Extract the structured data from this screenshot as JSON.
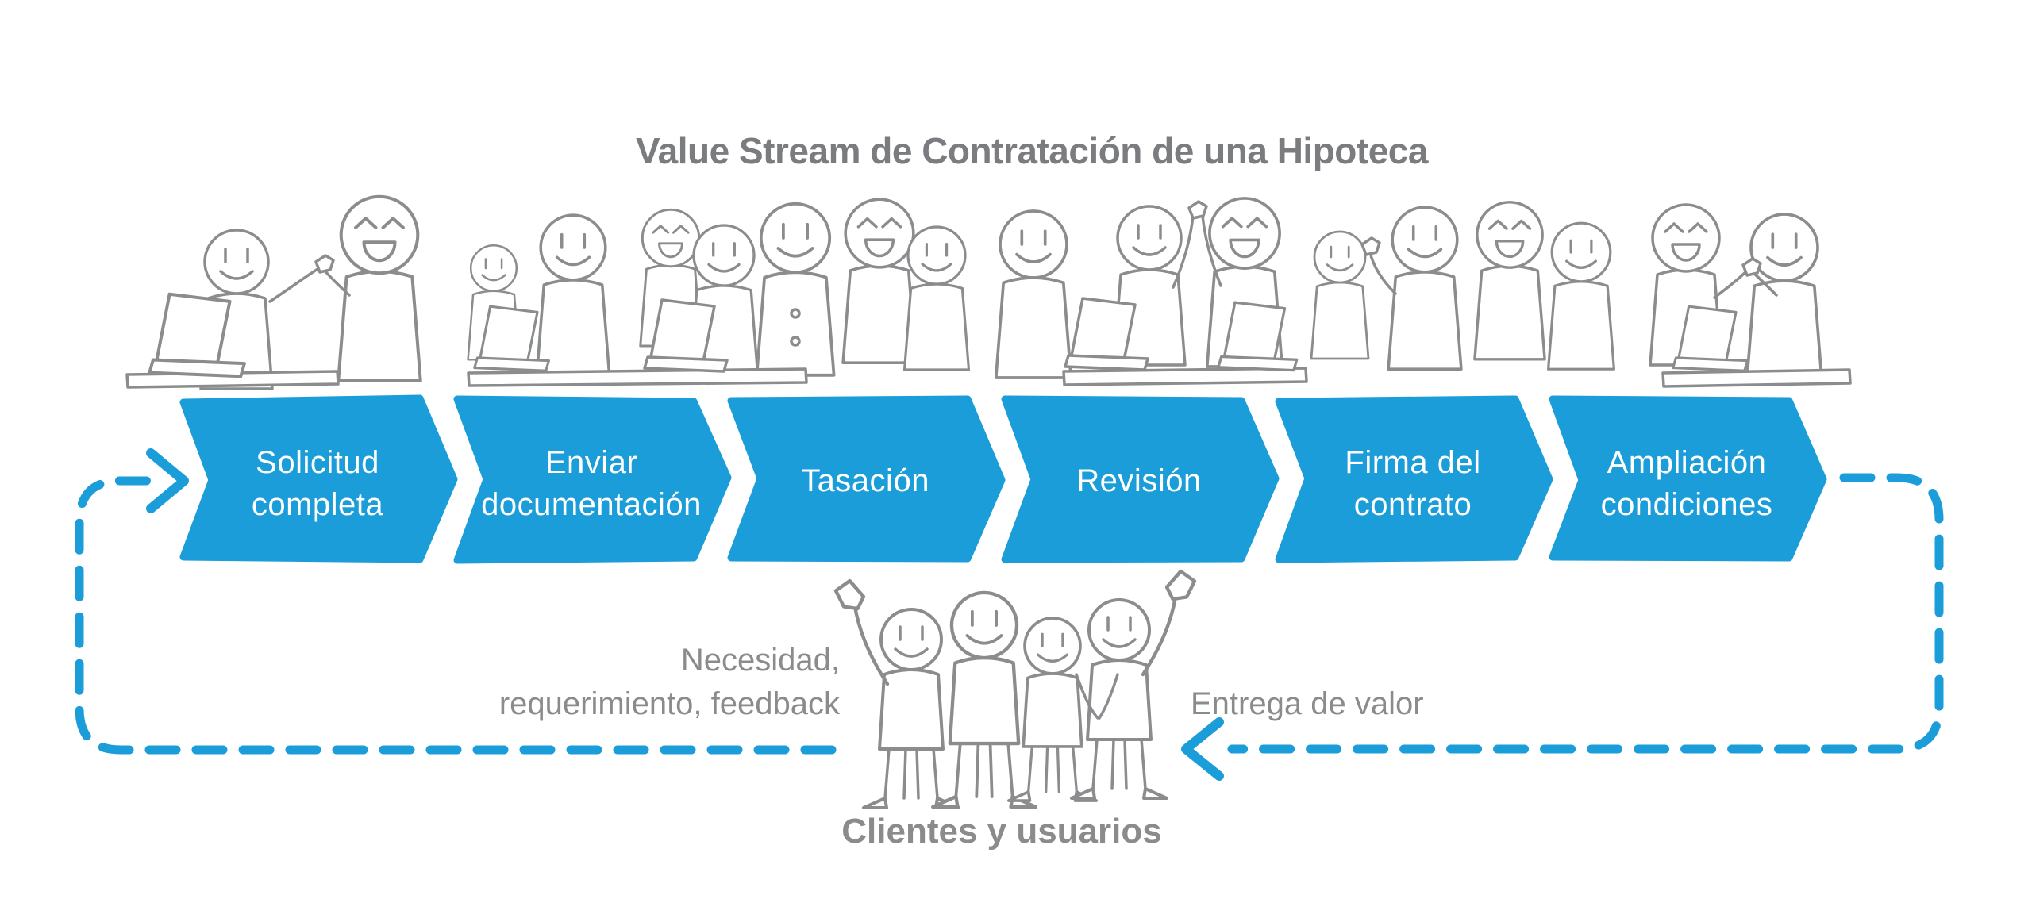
{
  "title": "Value Stream de Contratación de una Hipoteca",
  "colors": {
    "accent_blue": "#1B9DD9",
    "sketch_gray": "#8B8C8E",
    "text_gray": "#8A8B8D",
    "title_gray": "#7B7C7F",
    "stage_text": "#FFFFFF",
    "background": "#FFFFFF"
  },
  "value_stream": {
    "stages": [
      {
        "label": "Solicitud completa",
        "line1": "Solicitud",
        "line2": "completa"
      },
      {
        "label": "Enviar documentación",
        "line1": "Enviar",
        "line2": "documentación"
      },
      {
        "label": "Tasación",
        "line1": "Tasación",
        "line2": ""
      },
      {
        "label": "Revisión",
        "line1": "Revisión",
        "line2": ""
      },
      {
        "label": "Firma del contrato",
        "line1": "Firma del",
        "line2": "contrato"
      },
      {
        "label": "Ampliación condiciones",
        "line1": "Ampliación",
        "line2": "condiciones"
      }
    ]
  },
  "feedback_loop": {
    "need_label_line1": "Necesidad,",
    "need_label_line2": "requerimiento, feedback",
    "value_label": "Entrega de valor"
  },
  "customers": {
    "label": "Clientes y usuarios"
  },
  "illustrations": {
    "team": "hand-drawn-team-sketch",
    "customers": "hand-drawn-customers-sketch"
  }
}
